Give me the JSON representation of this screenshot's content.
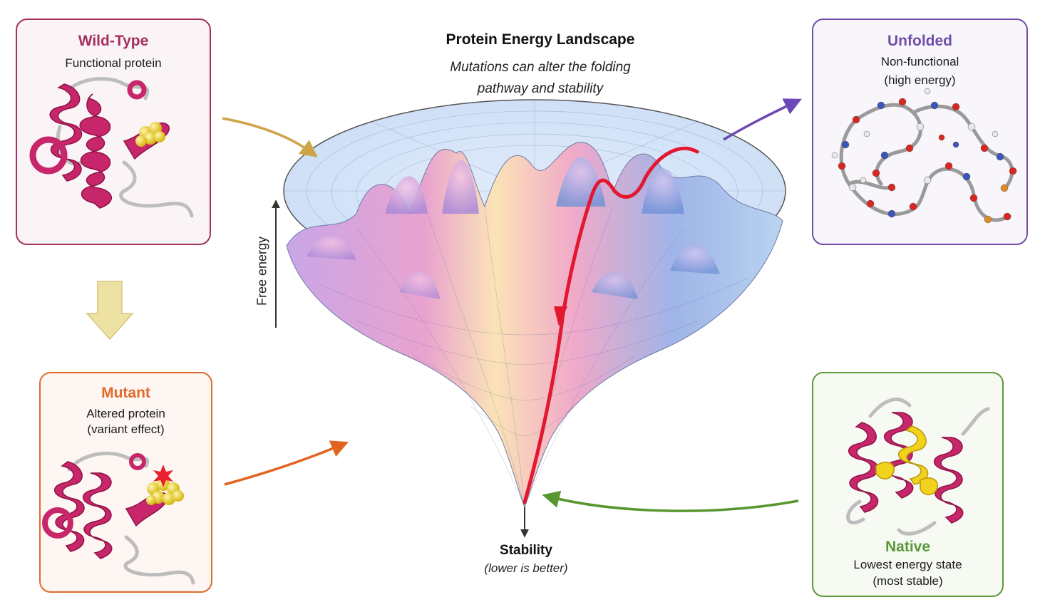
{
  "title": "Protein Energy Landscape",
  "subtitle_line1": "Mutations can alter the folding",
  "subtitle_line2": "pathway and stability",
  "axis_label": "Free energy",
  "bottom_label": "Stability",
  "bottom_sub": "(lower is better)",
  "cards": {
    "wild_type": {
      "title": "Wild-Type",
      "line1": "Functional protein",
      "color": "#a3305e"
    },
    "mutant": {
      "title": "Mutant",
      "line1": "Altered protein",
      "line2": "(variant effect)",
      "color": "#e06a2c"
    },
    "unfolded": {
      "title": "Unfolded",
      "line1": "Non-functional",
      "line2": "(high energy)",
      "color": "#6e4fa8"
    },
    "native": {
      "title": "Native",
      "line1": "Lowest energy state",
      "line2": "(most stable)",
      "color": "#5c9a39"
    }
  },
  "colors": {
    "helix": "#c8266a",
    "ligand": "#f2d21c",
    "pathway": "#e3172f",
    "arrow_wild": "#cda448",
    "arrow_mutant": "#e2641f",
    "arrow_unfolded": "#6a48b5",
    "arrow_native": "#58962f",
    "down_arrow": "#eee2a3"
  },
  "icons": [
    "helix-ribbon-icon",
    "ligand-sphere-icon",
    "mutation-star-icon",
    "ball-and-stick-chain-icon",
    "energy-funnel"
  ]
}
